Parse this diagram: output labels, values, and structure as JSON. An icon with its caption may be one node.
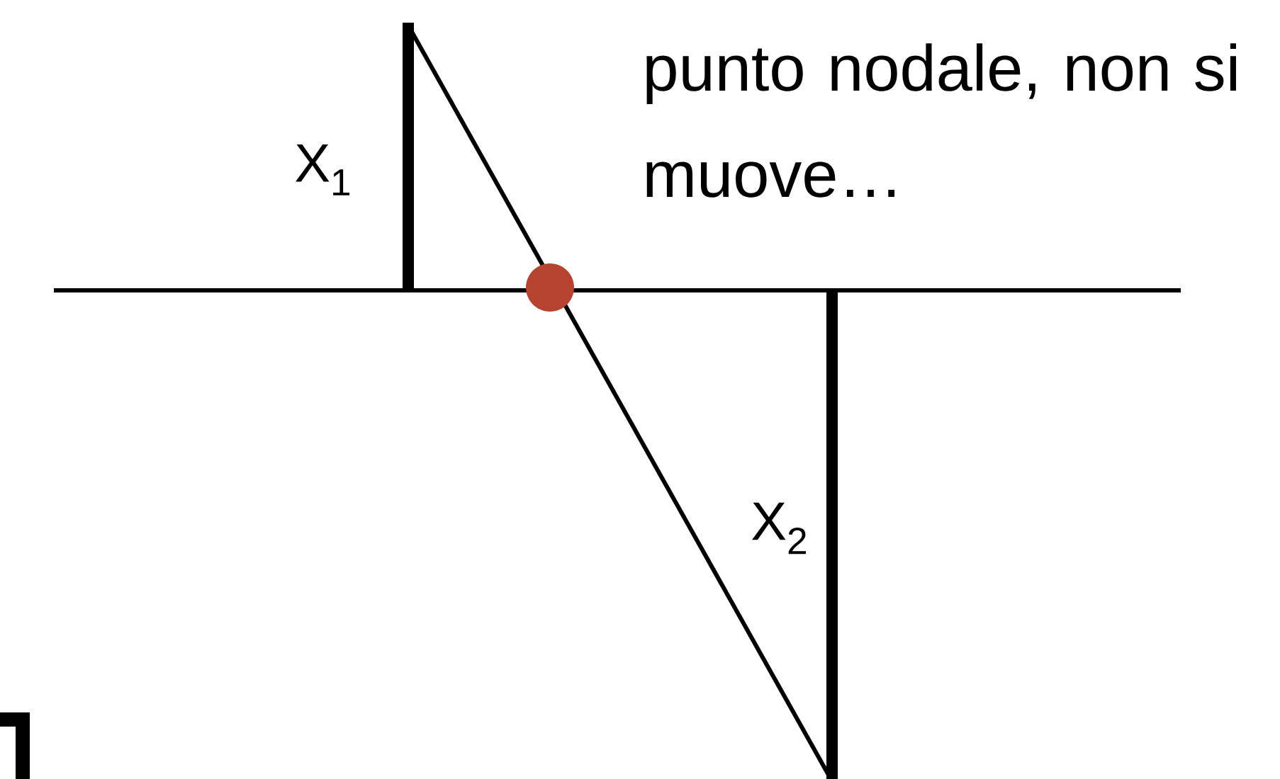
{
  "diagram": {
    "labels": [
      "X$_{1}$",
      "punto nodale, non si muove…",
      "X$_{2}$"
    ]
  }
}
